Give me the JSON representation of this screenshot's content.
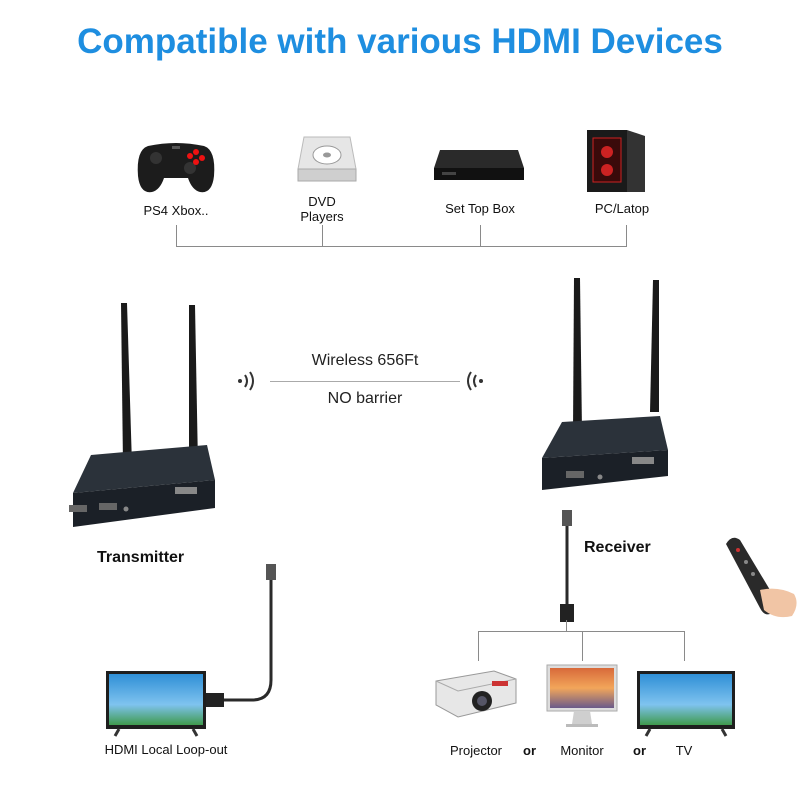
{
  "title": "Compatible with various HDMI Devices",
  "sources": [
    {
      "label": "PS4 Xbox..",
      "icon": "gamepad-icon"
    },
    {
      "label": "DVD",
      "label2": "Players",
      "icon": "dvd-player-icon"
    },
    {
      "label": "Set Top Box",
      "icon": "set-top-box-icon"
    },
    {
      "label": "PC/Latop",
      "icon": "pc-tower-icon"
    }
  ],
  "wireless": {
    "distance": "Wireless 656Ft",
    "note": "NO barrier"
  },
  "transmitter": {
    "label": "Transmitter"
  },
  "receiver": {
    "label": "Receiver"
  },
  "loopout": {
    "label": "HDMI Local Loop-out"
  },
  "outputs": [
    {
      "label": "Projector",
      "icon": "projector-icon"
    },
    {
      "label": "Monitor",
      "icon": "monitor-icon"
    },
    {
      "label": "TV",
      "icon": "tv-icon"
    }
  ],
  "separator": "or",
  "colors": {
    "title": "#1e8ee0",
    "device": "#1f252d",
    "wire": "#8a8a8a"
  }
}
